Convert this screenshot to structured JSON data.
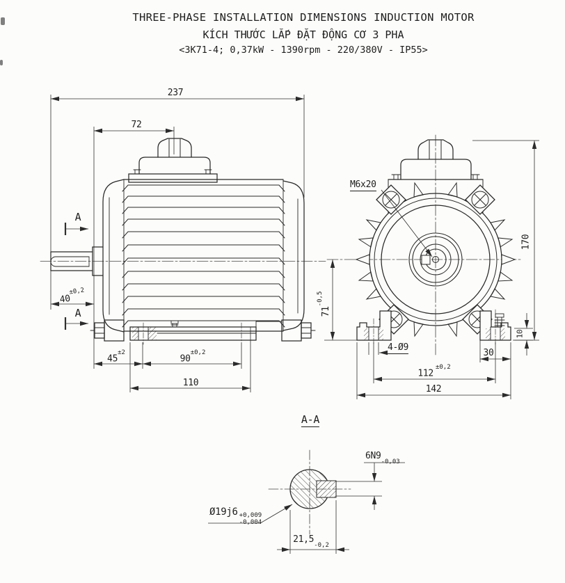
{
  "meta": {
    "ink_color": "#232323",
    "paper_color": "#fcfcfa"
  },
  "title": {
    "line1": "THREE-PHASE INSTALLATION DIMENSIONS INDUCTION MOTOR",
    "line2": "KÍCH THƯỚC LẮP ĐẶT ĐỘNG CƠ 3 PHA",
    "line3": "<3K71-4; 0,37kW - 1390rpm - 220/380V - IP55>"
  },
  "side_view": {
    "section_marker": "A",
    "dims": {
      "overall_length": "237",
      "terminal_box_offset": "72",
      "shaft_extension": {
        "value": "40",
        "tol": "±0,2"
      },
      "shoulder_to_foot_hole": {
        "value": "45",
        "tol": "±2"
      },
      "foot_hole_spacing": {
        "value": "90",
        "tol": "±0,2"
      },
      "foot_length": "110"
    }
  },
  "front_view": {
    "thread_label": "M6x20",
    "dims": {
      "overall_height": "170",
      "shaft_height": {
        "value": "71",
        "tol": "-0,5"
      },
      "foot_holes": "4-Ø9",
      "foot_width": "30",
      "foot_hole_span": {
        "value": "112",
        "tol": "±0,2"
      },
      "foot_overall_span": "142",
      "foot_thickness": "10"
    }
  },
  "section_view": {
    "title": "A-A",
    "dims": {
      "keyway_width": {
        "value": "6N9",
        "tol": "-0,03"
      },
      "shaft_diameter": {
        "value": "Ø19j6",
        "tol_upper": "+0,009",
        "tol_lower": "-0,004"
      },
      "keyway_depth": {
        "value": "21,5",
        "tol": "-0,2"
      }
    }
  }
}
